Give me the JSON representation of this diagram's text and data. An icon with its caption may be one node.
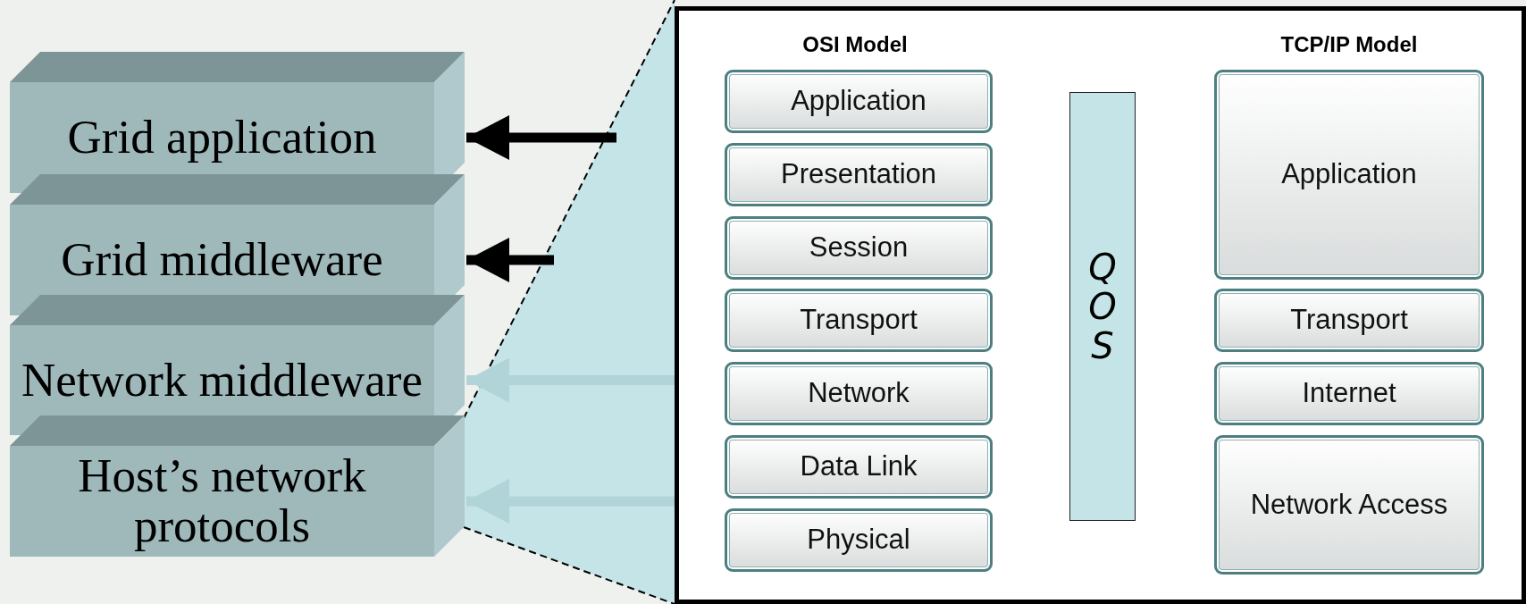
{
  "diagram": {
    "nodes": [
      {
        "text": [
          "Grid application"
        ]
      },
      {
        "text": [
          "Grid middleware"
        ]
      },
      {
        "text": [
          "Network middleware"
        ]
      },
      {
        "text": [
          "Host’s network protocols"
        ]
      },
      {
        "text": [
          "Application"
        ]
      },
      {
        "text": [
          "Presentation"
        ]
      },
      {
        "text": [
          "Session"
        ]
      },
      {
        "text": [
          "Transport"
        ]
      },
      {
        "text": [
          "Network"
        ]
      },
      {
        "text": [
          "Data Link"
        ]
      },
      {
        "text": [
          "Physical"
        ]
      },
      {
        "text": [
          "QOS"
        ]
      },
      {
        "text": [
          "Application"
        ]
      },
      {
        "text": [
          "Transport"
        ]
      },
      {
        "text": [
          "Internet"
        ]
      },
      {
        "text": [
          "Network Access"
        ]
      }
    ],
    "edges": [
      {
        "from": null,
        "to": 0,
        "arrow": "to"
      },
      {
        "from": null,
        "to": 1,
        "arrow": "to"
      },
      {
        "from": null,
        "to": 2,
        "arrow": "to",
        "color": "#b0d4d8"
      },
      {
        "from": null,
        "to": 3,
        "arrow": "to",
        "color": "#b0d4d8"
      }
    ],
    "labels": [
      "OSI Model",
      "TCP/IP Model"
    ]
  }
}
